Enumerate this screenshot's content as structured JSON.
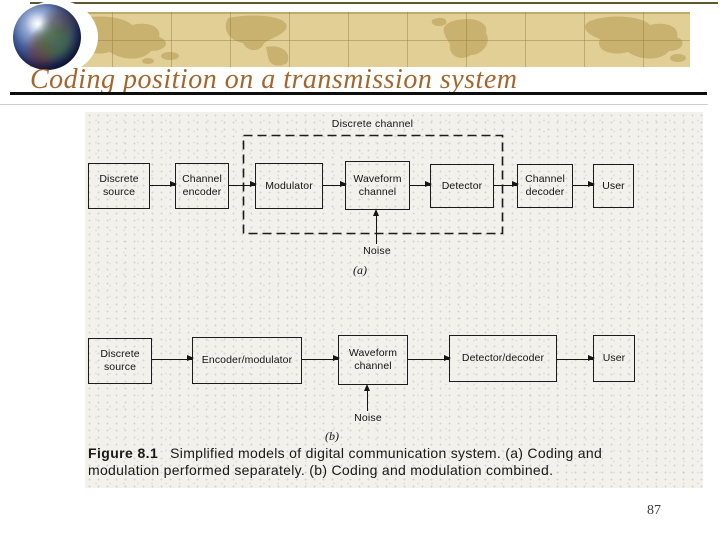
{
  "header": {
    "title": "Coding position on a transmission system",
    "logo_icon": "globe-icon"
  },
  "figure": {
    "diagram_a": {
      "dashed_box_label": "Discrete channel",
      "nodes": [
        {
          "label": "Discrete source"
        },
        {
          "label": "Channel encoder"
        },
        {
          "label": "Modulator"
        },
        {
          "label": "Waveform channel"
        },
        {
          "label": "Detector"
        },
        {
          "label": "Channel decoder"
        },
        {
          "label": "User"
        }
      ],
      "noise_label": "Noise",
      "sublabel": "(a)"
    },
    "diagram_b": {
      "nodes": [
        {
          "label": "Discrete source"
        },
        {
          "label": "Encoder/modulator"
        },
        {
          "label": "Waveform channel"
        },
        {
          "label": "Detector/decoder"
        },
        {
          "label": "User"
        }
      ],
      "noise_label": "Noise",
      "sublabel": "(b)"
    },
    "caption": {
      "figure_label": "Figure 8.1",
      "line1": "Simplified models of digital communication system. (a) Coding and",
      "line2": "modulation performed separately. (b) Coding and modulation combined."
    }
  },
  "page_number": "87",
  "colors": {
    "banner_tan": "#e2cf95",
    "map_tan": "#c9b170",
    "title_brown": "#a5662d",
    "rule_black": "#0d0d0d",
    "figure_bg": "#f2f1ec",
    "ink": "#151515"
  }
}
